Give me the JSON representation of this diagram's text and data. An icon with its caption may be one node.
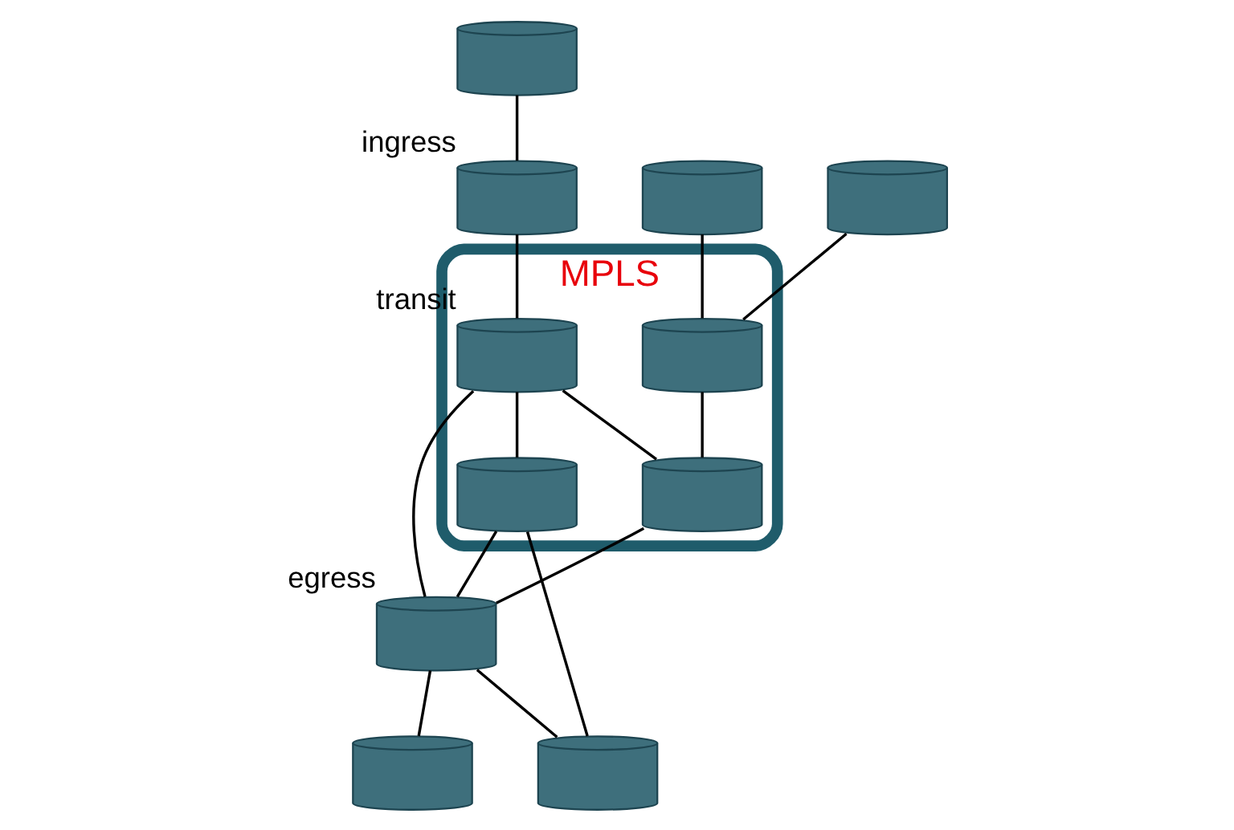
{
  "diagram": {
    "nodes": [
      {
        "text": [
          "MPLS"
        ]
      },
      {
        "text": [],
        "shape": "cylinder"
      },
      {
        "text": [],
        "shape": "cylinder",
        "beside": [
          "ingress"
        ]
      },
      {
        "text": [],
        "shape": "cylinder"
      },
      {
        "text": [],
        "shape": "cylinder"
      },
      {
        "text": [],
        "shape": "cylinder",
        "in": 0
      },
      {
        "text": [],
        "shape": "cylinder",
        "in": 0,
        "beside": [
          "transit"
        ]
      },
      {
        "text": [],
        "shape": "cylinder",
        "in": 0
      },
      {
        "text": [],
        "shape": "cylinder",
        "in": 0
      },
      {
        "text": [],
        "shape": "cylinder",
        "beside": [
          "egress"
        ]
      },
      {
        "text": [],
        "shape": "cylinder"
      },
      {
        "text": [],
        "shape": "cylinder"
      }
    ],
    "edges": [
      {
        "from": 1,
        "to": 2,
        "arrow": "none"
      },
      {
        "from": 2,
        "to": 6,
        "arrow": "none"
      },
      {
        "from": 3,
        "to": 5,
        "arrow": "none"
      },
      {
        "from": 4,
        "to": 5,
        "arrow": "none"
      },
      {
        "from": 5,
        "to": 7,
        "arrow": "none"
      },
      {
        "from": 6,
        "to": 7,
        "arrow": "none"
      },
      {
        "from": 6,
        "to": 8,
        "arrow": "none"
      },
      {
        "from": 6,
        "to": 9,
        "arrow": "none"
      },
      {
        "from": 7,
        "to": 9,
        "arrow": "none"
      },
      {
        "from": 8,
        "to": 9,
        "arrow": "none"
      },
      {
        "from": 8,
        "to": 10,
        "arrow": "none"
      },
      {
        "from": 9,
        "to": 10,
        "arrow": "none"
      },
      {
        "from": 9,
        "to": 11,
        "arrow": "none"
      }
    ]
  }
}
